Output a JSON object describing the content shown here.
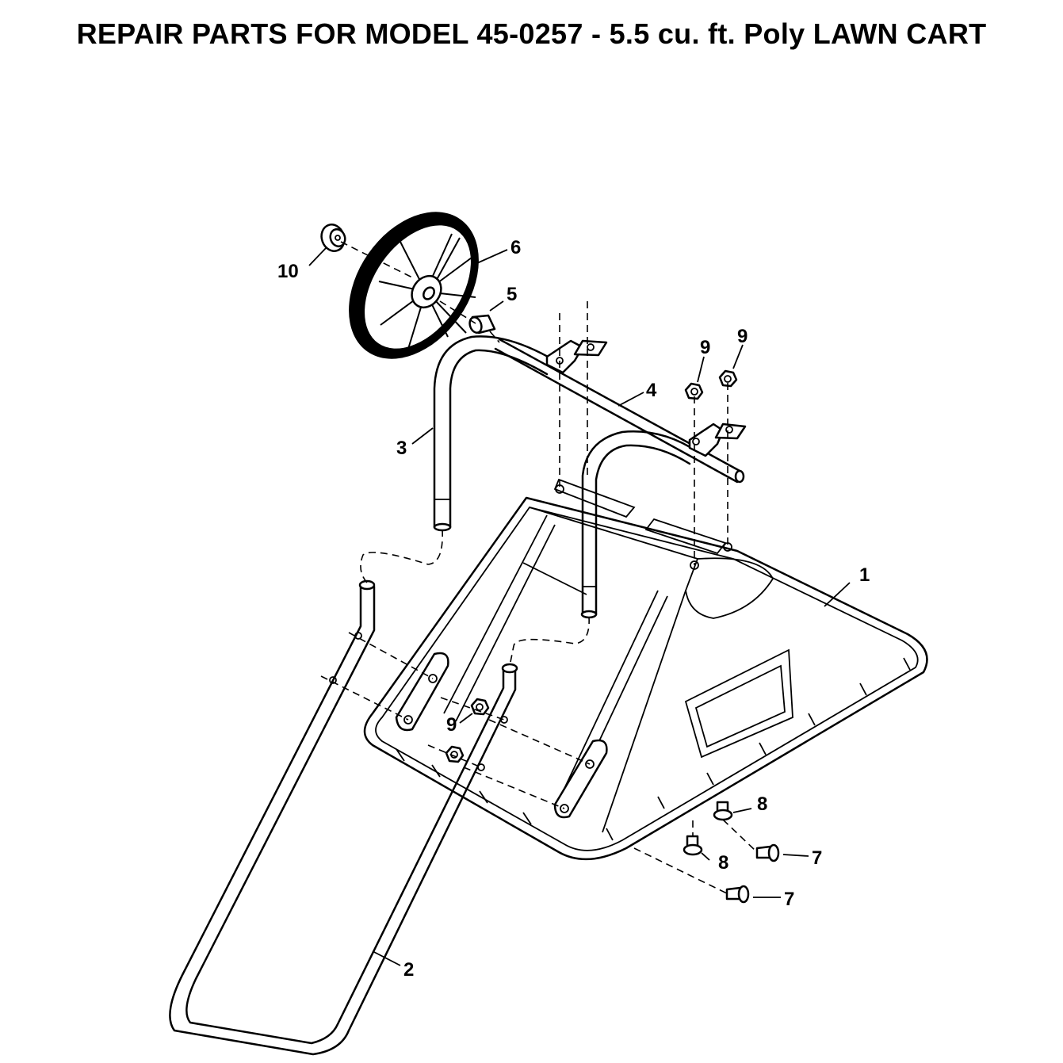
{
  "title": "REPAIR PARTS FOR MODEL 45-0257  - 5.5 cu. ft. Poly LAWN CART",
  "callouts": {
    "tray": "1",
    "handle": "2",
    "leg_left": "3",
    "axle": "4",
    "spacer": "5",
    "wheel": "6",
    "bolt_a": "7",
    "bolt_b": "7",
    "screw_a": "8",
    "screw_b": "8",
    "nut_top_a": "9",
    "nut_top_b": "9",
    "nut_front": "9",
    "hub_cap": "10"
  }
}
